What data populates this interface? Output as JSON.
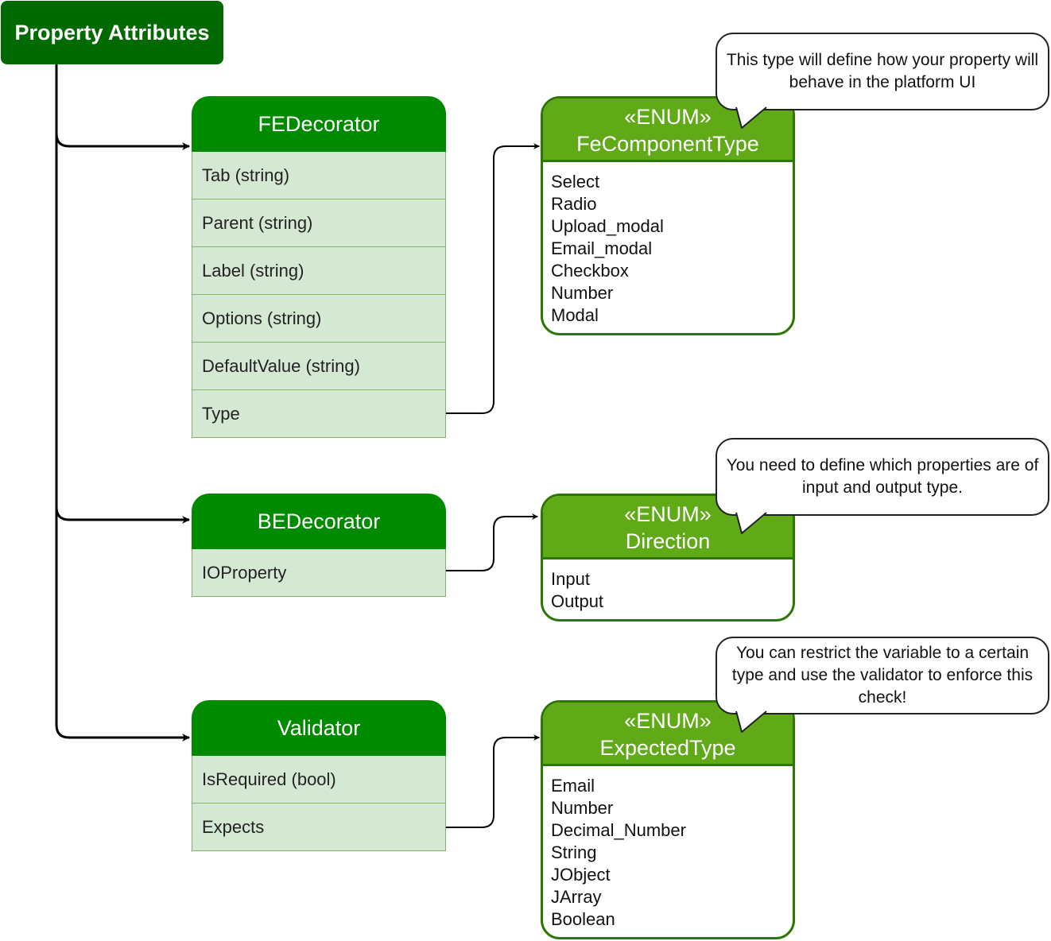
{
  "root": {
    "label": "Property Attributes"
  },
  "classes": [
    {
      "title": "FEDecorator",
      "rows": [
        "Tab (string)",
        "Parent (string)",
        "Label (string)",
        "Options (string)",
        "DefaultValue (string)",
        "Type"
      ]
    },
    {
      "title": "BEDecorator",
      "rows": [
        "IOProperty"
      ]
    },
    {
      "title": "Validator",
      "rows": [
        "IsRequired (bool)",
        "Expects"
      ]
    }
  ],
  "enums": [
    {
      "stereotype": "«ENUM»",
      "name": "FeComponentType",
      "items": [
        "Select",
        "Radio",
        "Upload_modal",
        "Email_modal",
        "Checkbox",
        "Number",
        "Modal"
      ]
    },
    {
      "stereotype": "«ENUM»",
      "name": "Direction",
      "items": [
        "Input",
        "Output"
      ]
    },
    {
      "stereotype": "«ENUM»",
      "name": "ExpectedType",
      "items": [
        "Email",
        "Number",
        "Decimal_Number",
        "String",
        "JObject",
        "JArray",
        "Boolean"
      ]
    }
  ],
  "callouts": [
    {
      "text": "This type will define how your property will behave in the platform UI"
    },
    {
      "text": "You need to define which properties are of input and output type."
    },
    {
      "text": "You can restrict the variable to a certain type and use the validator to enforce this check!"
    }
  ],
  "colors": {
    "root_fill": "#006a00",
    "class_header_fill": "#008a00",
    "class_row_fill": "#d5e8d4",
    "class_row_border": "#82b366",
    "enum_header_fill": "#60a917",
    "enum_border": "#2d7600",
    "connector": "#000000"
  }
}
